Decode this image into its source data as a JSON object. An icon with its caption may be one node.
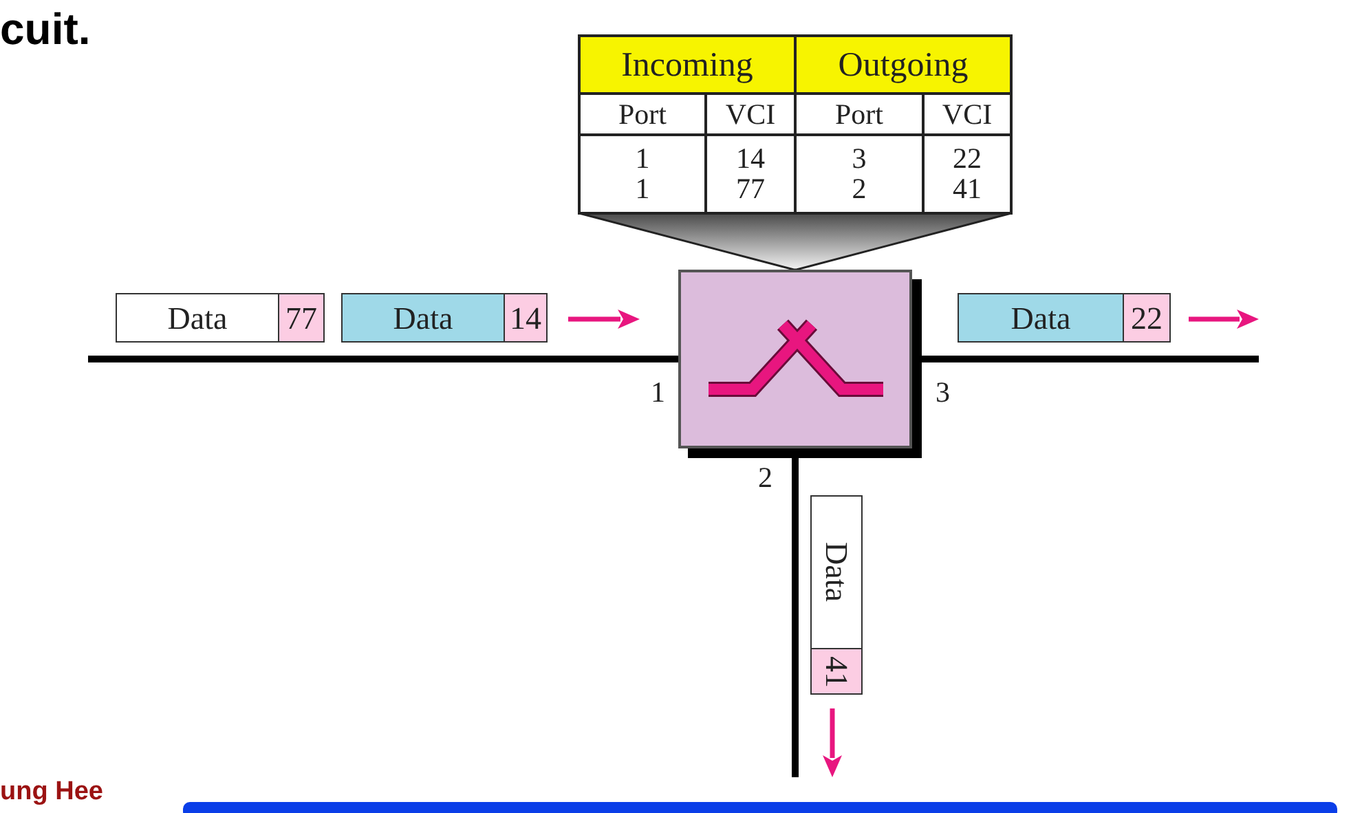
{
  "diagram": {
    "title": "cuit.",
    "nodes": [
      {
        "text": [],
        "shape": "triangle"
      },
      {
        "text": [
          "Data",
          "77"
        ]
      },
      {
        "text": [
          "Data",
          "14"
        ]
      },
      {
        "text": [],
        "shape": "box"
      },
      {
        "text": [
          "Data",
          "22"
        ]
      },
      {
        "text": [
          "Data",
          "41"
        ]
      }
    ],
    "edges": [
      {
        "from": null,
        "to": 3,
        "arrow": "none"
      },
      {
        "from": 3,
        "to": null,
        "arrow": "none"
      },
      {
        "from": 3,
        "to": null,
        "arrow": "none"
      }
    ],
    "labels": [
      "Incoming",
      "Outgoing",
      "Port",
      "VCI",
      "Port",
      "VCI",
      "1",
      "14",
      "3",
      "22",
      "1",
      "77",
      "2",
      "41",
      "1",
      "3",
      "2",
      "ung Hee"
    ]
  }
}
